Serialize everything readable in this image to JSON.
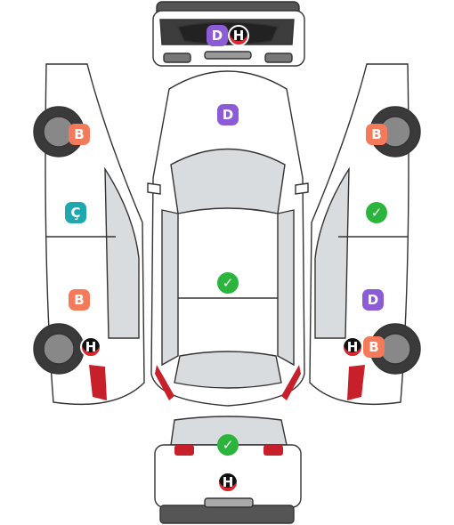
{
  "legend": {
    "D": {
      "letter": "D",
      "color": "#8b5cd6"
    },
    "H": {
      "letter": "H",
      "color": "#111111",
      "accent": "#e0262d"
    },
    "B": {
      "letter": "B",
      "color": "#f47a5a"
    },
    "C": {
      "letter": "Ç",
      "color": "#1fa8b0"
    },
    "OK": {
      "letter": "✓",
      "color": "#2bb53c"
    }
  },
  "markers": {
    "front_bumper_d": "D",
    "front_bumper_h": "H",
    "hood": "D",
    "roof": "OK",
    "rear_glass": "OK",
    "rear_bumper": "H",
    "left_front_wheel": "B",
    "left_front_door": "Ç",
    "left_rear_door": "B",
    "left_rear_wheel": "H",
    "right_front_wheel": "B",
    "right_front_door": "OK",
    "right_rear_door": "D",
    "right_rear_wheel_h": "H",
    "right_rear_wheel_b": "B"
  },
  "colors": {
    "outline": "#333333",
    "glass": "#d9dcdf",
    "body": "#ffffff",
    "tire": "#3a3a3a",
    "light": "#c8202a"
  }
}
